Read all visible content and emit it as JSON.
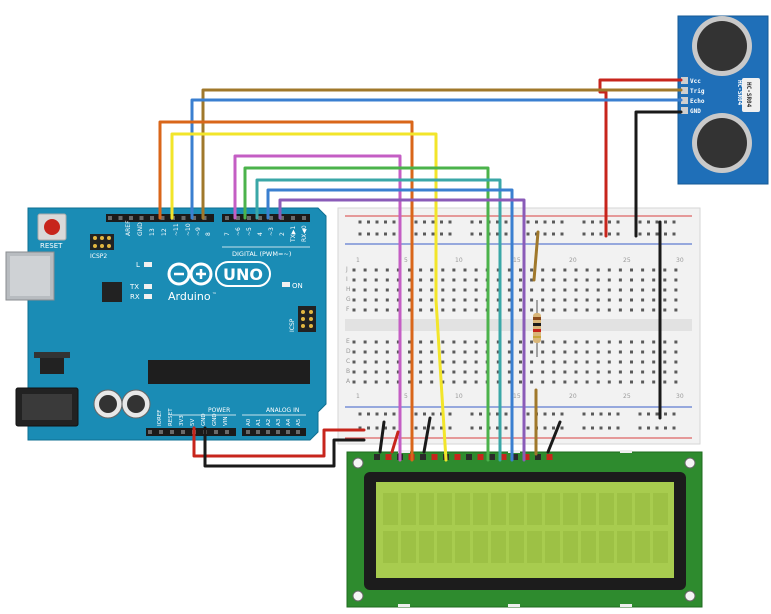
{
  "arduino": {
    "reset_label": "RESET",
    "icsp2_label": "ICSP2",
    "aref_pins": [
      "AREF",
      "GND",
      "13",
      "12",
      "~11",
      "~10",
      "~9",
      "8"
    ],
    "digital_pins": [
      "7",
      "~6",
      "~5",
      "4",
      "~3",
      "2",
      "TX▶1",
      "RX◀0"
    ],
    "digital_label": "DIGITAL (PWM=~)",
    "l_label": "L",
    "tx_label": "TX",
    "rx_label": "RX",
    "on_label": "ON",
    "brand": "Arduino",
    "tm": "™",
    "model": "UNO",
    "icsp_label": "ICSP",
    "power_pins": [
      "IOREF",
      "RESET",
      "3V3",
      "5V",
      "GND",
      "GND",
      "VIN"
    ],
    "power_label": "POWER",
    "analog_pins": [
      "A0",
      "A1",
      "A2",
      "A3",
      "A4",
      "A5"
    ],
    "analog_label": "ANALOG IN"
  },
  "breadboard": {
    "col_numbers": [
      "1",
      "5",
      "10",
      "15",
      "20",
      "25",
      "30"
    ],
    "row_letters_top": [
      "J",
      "I",
      "H",
      "G",
      "F"
    ],
    "row_letters_bottom": [
      "E",
      "D",
      "C",
      "B",
      "A"
    ]
  },
  "sensor": {
    "model": "HC-SR04",
    "pins": [
      "Vcc",
      "Trig",
      "Echo",
      "GND"
    ]
  },
  "colors": {
    "arduino_board": "#1a8cb5",
    "breadboard": "#f2f2f2",
    "lcd_pcb": "#2e8b2e",
    "lcd_screen": "#a8cc4f",
    "sensor_board": "#1f6fb8",
    "wire_red": "#c7251c",
    "wire_black": "#1a1a1a",
    "wire_orange": "#d9661a",
    "wire_yellow": "#f2e52a",
    "wire_brown": "#a0782b",
    "wire_blue": "#3a7fd0",
    "wire_green": "#4bb34b",
    "wire_magenta": "#c45ec4",
    "wire_teal": "#3aa7a7",
    "wire_purple": "#8a5bb8"
  }
}
